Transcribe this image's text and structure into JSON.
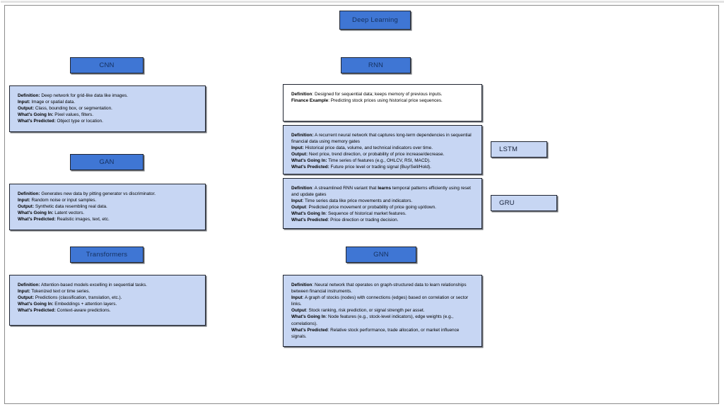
{
  "diagram": {
    "title_node": {
      "label": "Deep Learning"
    },
    "branches": [
      {
        "id": "cnn",
        "chip": "CNN",
        "panel_style": "filled",
        "lines": [
          {
            "label": "Definition:",
            "text": " Deep network for grid-like data like images."
          },
          {
            "label": "Input:",
            "text": " Image or spatial data."
          },
          {
            "label": "Output:",
            "text": " Class, bounding box, or segmentation."
          },
          {
            "label": "What's Going In:",
            "text": " Pixel values, filters."
          },
          {
            "label": "What's Predicted:",
            "text": " Object type or location."
          }
        ]
      },
      {
        "id": "gan",
        "chip": "GAN",
        "panel_style": "filled",
        "lines": [
          {
            "label": "Definition:",
            "text": " Generates new data by pitting generator vs discriminator."
          },
          {
            "label": "Input:",
            "text": " Random noise or input samples."
          },
          {
            "label": "Output:",
            "text": " Synthetic data resembling real data."
          },
          {
            "label": "What's Going In:",
            "text": " Latent vectors."
          },
          {
            "label": "What's Predicted:",
            "text": " Realistic images, text, etc."
          }
        ]
      },
      {
        "id": "transformers",
        "chip": "Transformers",
        "panel_style": "filled",
        "lines": [
          {
            "label": "Definition:",
            "text": " Attention-based models excelling in sequential tasks."
          },
          {
            "label": "Input:",
            "text": " Tokenized text or time series."
          },
          {
            "label": "Output:",
            "text": " Predictions (classification, translation, etc.)."
          },
          {
            "label": "What's Going In:",
            "text": " Embeddings + attention layers."
          },
          {
            "label": "What's Predicted:",
            "text": " Context-aware predictions."
          }
        ]
      },
      {
        "id": "rnn",
        "chip": "RNN",
        "panel_style": "plain",
        "lines": [
          {
            "label": "Definition",
            "text": ": Designed for sequential data; keeps memory of previous inputs."
          },
          {
            "label": "Finance Example",
            "text": ": Predicting stock prices using historical price sequences."
          }
        ]
      },
      {
        "id": "lstm",
        "chip": "LSTM",
        "panel_style": "filled",
        "lines": [
          {
            "label": "Definition:",
            "text": " A recurrent neural network that captures long-term dependencies in sequential financial data using memory gates"
          },
          {
            "label": "Input:",
            "text": " Historical price data, volume, and technical indicators over time."
          },
          {
            "label": "Output:",
            "text": " Next price, trend direction, or probability of price increase/decrease."
          },
          {
            "label": "What's Going In:",
            "text": " Time series of features (e.g., OHLCV, RSI, MACD)."
          },
          {
            "label": "What's Predicted:",
            "text": " Future price level or trading signal (Buy/Sell/Hold)."
          }
        ]
      },
      {
        "id": "gru",
        "chip": "GRU",
        "panel_style": "filled",
        "lines": [
          {
            "label": "Definition",
            "text": ": A streamlined RNN variant that ",
            "emphasis": "learns",
            "text_after": " temporal patterns efficiently using reset and update gates"
          },
          {
            "label": "Input",
            "text": ": Time series data like price movements and indicators."
          },
          {
            "label": "Output",
            "text": ": Predicted price movement or probability of price going up/down."
          },
          {
            "label": "What's Going In",
            "text": ": Sequence of historical market features."
          },
          {
            "label": "What's Predicted",
            "text": ": Price direction or trading decision."
          }
        ]
      },
      {
        "id": "gnn",
        "chip": "GNN",
        "panel_style": "filled",
        "lines": [
          {
            "label": "Definition",
            "text": ": Neural network that operates on graph-structured data to learn relationships between financial instruments."
          },
          {
            "label": "Input",
            "text": ": A graph of stocks (nodes) with connections (edges) based on correlation or sector links."
          },
          {
            "label": "Output",
            "text": ": Stock ranking, risk prediction, or signal strength per asset."
          },
          {
            "label": "What's Going In",
            "text": ": Node features (e.g., stock-level indicators), edge weights (e.g., correlations)."
          },
          {
            "label": "What's Predicted",
            "text": ": Relative stock performance, trade allocation, or market influence signals."
          }
        ]
      }
    ],
    "side_nodes": [
      {
        "id": "lstm-tag",
        "label": "LSTM"
      },
      {
        "id": "gru-tag",
        "label": "GRU"
      }
    ],
    "colors": {
      "chip_fill": "#3f76d4",
      "panel_fill": "#c7d6f3",
      "border": "#1f2430",
      "page_border": "#8c8c8c"
    }
  }
}
